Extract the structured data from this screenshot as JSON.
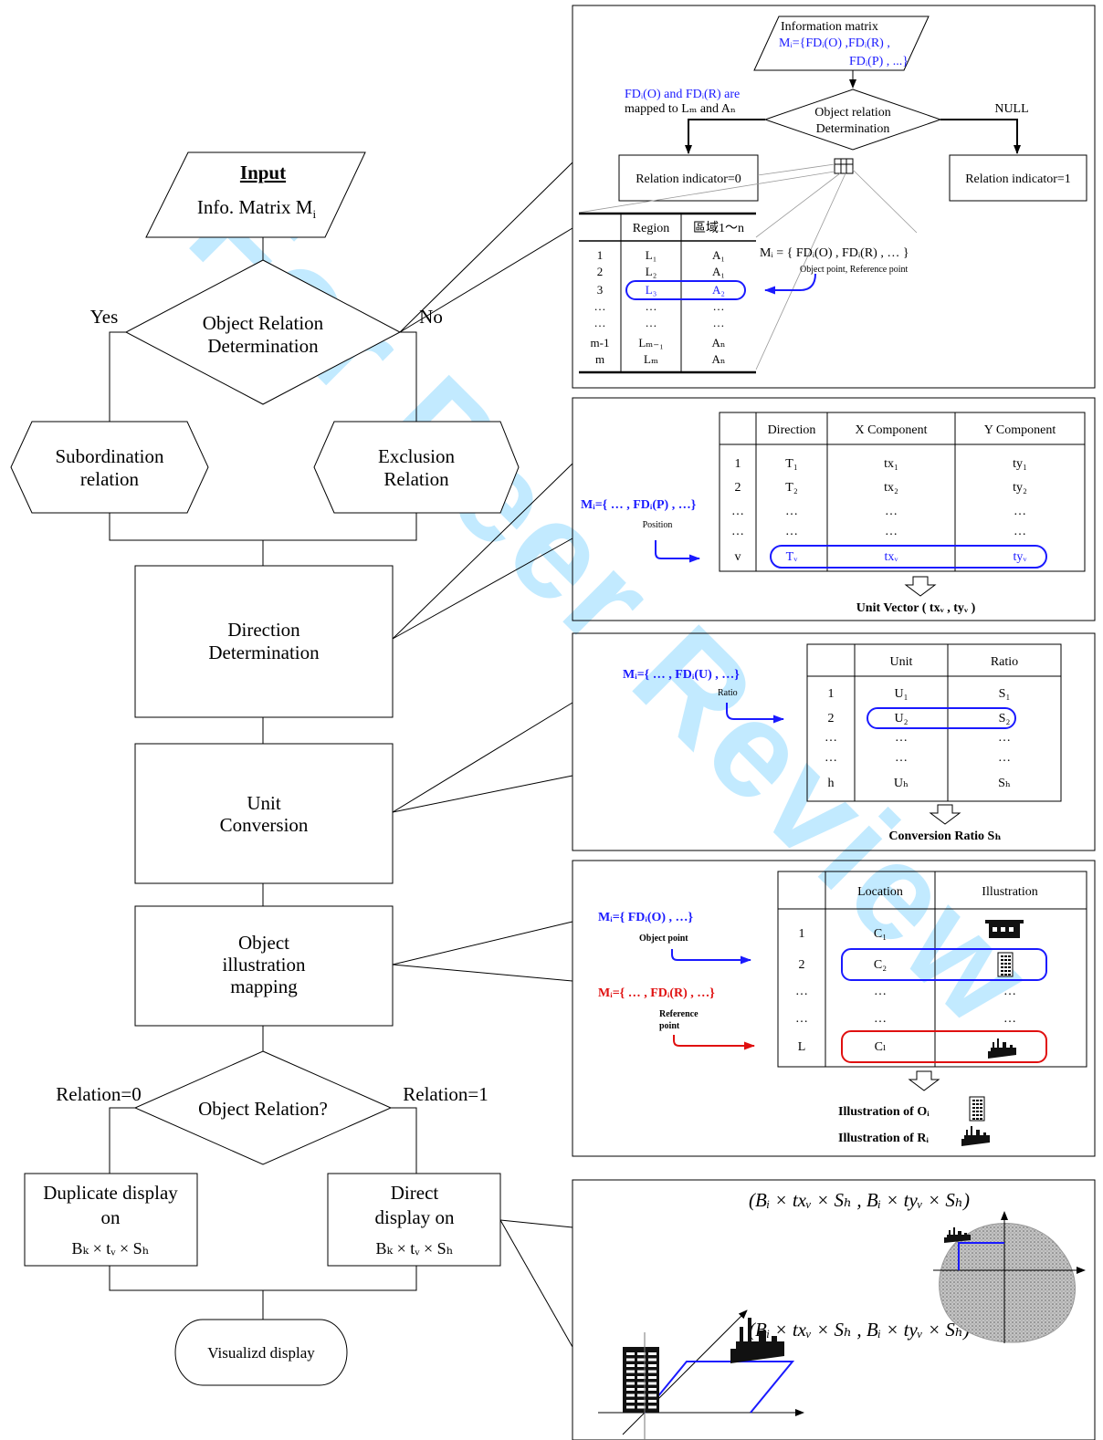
{
  "watermark": "For Peer Review",
  "flowchart": {
    "input": {
      "title": "Input",
      "text": "Info. Matrix M",
      "sub": "i"
    },
    "decision1": {
      "line1": "Object Relation",
      "line2": "Determination",
      "yes": "Yes",
      "no": "No"
    },
    "subordination": {
      "line1": "Subordination",
      "line2": "relation"
    },
    "exclusion": {
      "line1": "Exclusion",
      "line2": "Relation"
    },
    "direction": {
      "line1": "Direction",
      "line2": "Determination"
    },
    "unit": {
      "line1": "Unit",
      "line2": "Conversion"
    },
    "mapping": {
      "line1": "Object",
      "line2": "illustration",
      "line3": "mapping"
    },
    "decision2": {
      "text": "Object Relation?",
      "left": "Relation=0",
      "right": "Relation=1"
    },
    "duplicate": {
      "line1": "Duplicate display",
      "line2": "on",
      "formula": "Bₖ × tᵥ × Sₕ"
    },
    "direct": {
      "line1": "Direct",
      "line2": "display on",
      "formula": "Bₖ × tᵥ × Sₕ"
    },
    "terminal": "Visualizd display"
  },
  "panel1": {
    "matrix_title": "Information matrix",
    "matrix_line1": "Mᵢ={FDᵢ(O) ,FDᵢ(R) ,",
    "matrix_line2": "FDᵢ(P) , ...}",
    "decision_line1": "Object relation",
    "decision_line2": "Determination",
    "mapped_line1": "FDᵢ(O)  and FDᵢ(R) are",
    "mapped_line2": "mapped to Lₘ and Aₙ",
    "null_label": "NULL",
    "indicator0": "Relation indicator=0",
    "indicator1": "Relation indicator=1",
    "table_headers": [
      "",
      "Region",
      "區域1～n"
    ],
    "table_rows": [
      [
        "1",
        "L₁",
        "A₁"
      ],
      [
        "2",
        "L₂",
        "A₁"
      ],
      [
        "3",
        "L₃",
        "A₂"
      ],
      [
        "…",
        "…",
        "…"
      ],
      [
        "…",
        "…",
        "…"
      ],
      [
        "m-1",
        "Lₘ₋₁",
        "Aₙ"
      ],
      [
        "m",
        "Lₘ",
        "Aₙ"
      ]
    ],
    "mi_formula": "Mᵢ = { FDᵢ(O) , FDᵢ(R) , … }",
    "mi_caption": "Object point,  Reference point"
  },
  "panel2": {
    "formula": "Mᵢ={ … , FDᵢ(P) , …}",
    "caption": "Position",
    "table_headers": [
      "",
      "Direction",
      "X Component",
      "Y Component"
    ],
    "table_rows": [
      [
        "1",
        "T₁",
        "tx₁",
        "ty₁"
      ],
      [
        "2",
        "T₂",
        "tx₂",
        "ty₂"
      ],
      [
        "…",
        "…",
        "…",
        "…"
      ],
      [
        "…",
        "…",
        "…",
        "…"
      ],
      [
        "v",
        "Tᵥ",
        "txᵥ",
        "tyᵥ"
      ]
    ],
    "result": "Unit Vector ( txᵥ , tyᵥ )"
  },
  "panel3": {
    "formula": "Mᵢ={ … , FDᵢ(U) , …}",
    "caption": "Ratio",
    "table_headers": [
      "",
      "Unit",
      "Ratio"
    ],
    "table_rows": [
      [
        "1",
        "U₁",
        "S₁"
      ],
      [
        "2",
        "U₂",
        "S₂"
      ],
      [
        "…",
        "…",
        "…"
      ],
      [
        "…",
        "…",
        "…"
      ],
      [
        "h",
        "Uₕ",
        "Sₕ"
      ]
    ],
    "result": "Conversion Ratio Sₕ"
  },
  "panel4": {
    "formula1": "Mᵢ={ FDᵢ(O) , …}",
    "caption1": "Object point",
    "formula2": "Mᵢ={ … , FDᵢ(R) , …}",
    "caption2a": "Reference",
    "caption2b": "point",
    "table_headers": [
      "",
      "Location",
      "Illustration"
    ],
    "table_rows": [
      [
        "1",
        "C₁"
      ],
      [
        "2",
        "C₂"
      ],
      [
        "…",
        "…",
        "…"
      ],
      [
        "…",
        "…",
        "…"
      ],
      [
        "L",
        "Cₗ"
      ]
    ],
    "result_o": "Illustration of Oᵢ",
    "result_r": "Illustration of Rᵢ"
  },
  "panel5": {
    "formula_top": "(Bᵢ × txᵥ × Sₕ , Bᵢ × tyᵥ × Sₕ)",
    "formula_bottom": "(Bᵢ × txᵥ × Sₕ , Bᵢ × tyᵥ × Sₕ)"
  },
  "colors": {
    "blue": "#1a1aff",
    "red": "#e01010",
    "watermark": "#8fd8ff"
  }
}
